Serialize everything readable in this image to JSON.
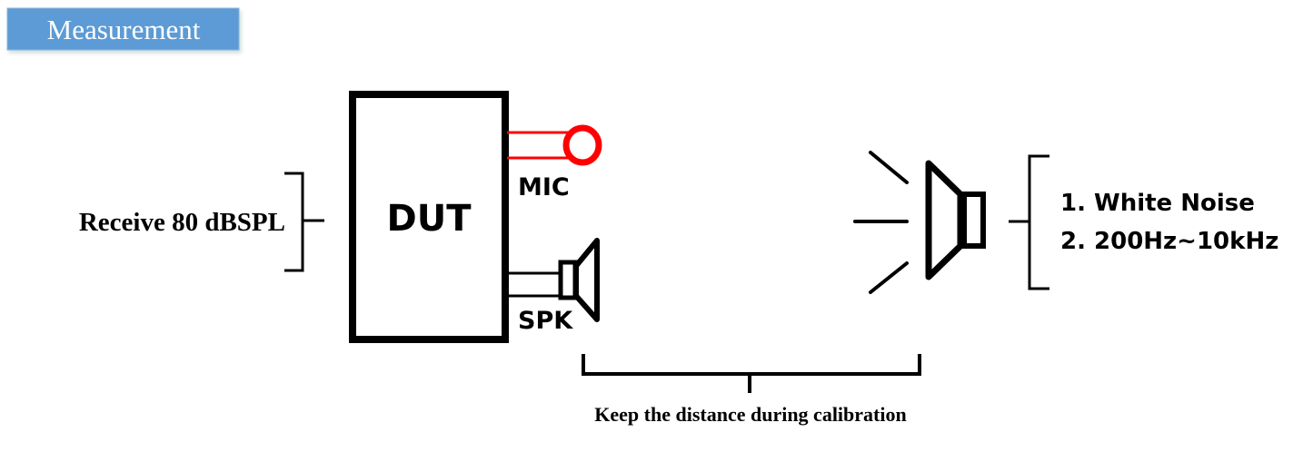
{
  "title": "Measurement",
  "dut_label": "DUT",
  "mic_label": "MIC",
  "spk_label": "SPK",
  "receive_label": "Receive 80 dBSPL",
  "source_items": [
    "1. White Noise",
    "2. 200Hz~10kHz"
  ],
  "distance_label": "Keep the distance during calibration",
  "colors": {
    "title_bg": "#5b9bd5",
    "mic": "#ff0000",
    "stroke": "#000000"
  }
}
